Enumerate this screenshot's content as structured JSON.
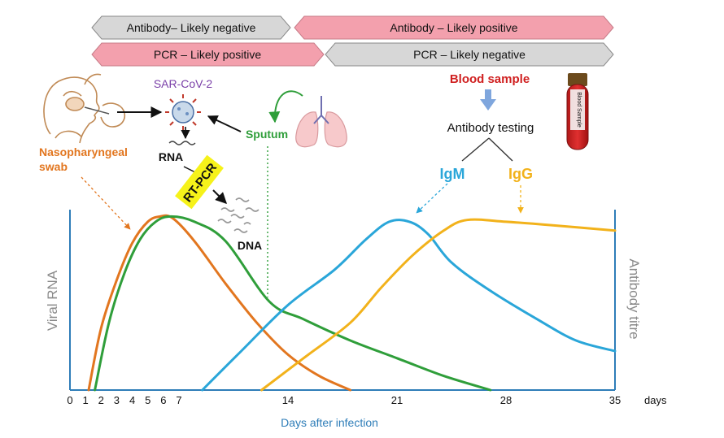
{
  "banners": {
    "antibody_negative": "Antibody– Likely negative",
    "antibody_positive": "Antibody – Likely positive",
    "pcr_positive": "PCR – Likely positive",
    "pcr_negative": "PCR – Likely negative"
  },
  "labels": {
    "virus": "SAR-CoV-2",
    "rna": "RNA",
    "rt_pcr": "RT-PCR",
    "dna": "DNA",
    "sputum": "Sputum",
    "swab_line1": "Nasopharyngeal",
    "swab_line2": "swab",
    "blood_sample": "Blood sample",
    "antibody_testing": "Antibody testing",
    "igm": "IgM",
    "igg": "IgG",
    "tube_label": "Blood Sample",
    "y_left": "Viral RNA",
    "y_right": "Antibody titre",
    "x_axis": "Days after infection",
    "x_unit": "days"
  },
  "x_ticks": [
    "0",
    "1",
    "2",
    "3",
    "4",
    "5",
    "6",
    "7",
    "14",
    "21",
    "28",
    "35"
  ],
  "colors": {
    "orange": "#e2761f",
    "green": "#2f9e3a",
    "blue": "#2aa6d9",
    "yellow": "#f2b21b",
    "axis": "#2e7db8",
    "banner_pink": "#f3a0ad",
    "banner_gray": "#d7d7d7",
    "blood_red": "#d02020",
    "rtpcr_yellow": "#f6f21a"
  },
  "chart_data": {
    "type": "line",
    "xlabel": "Days after infection",
    "ylabel_left": "Viral RNA",
    "ylabel_right": "Antibody titre",
    "xlim": [
      0,
      35
    ],
    "ticks": [
      0,
      1,
      2,
      3,
      4,
      5,
      6,
      7,
      14,
      21,
      28,
      35
    ],
    "grid": false,
    "series": [
      {
        "name": "Nasopharyngeal swab",
        "axis": "left",
        "color": "#e2761f",
        "points": [
          [
            1.2,
            0
          ],
          [
            2,
            35
          ],
          [
            3,
            62
          ],
          [
            4,
            83
          ],
          [
            5,
            95
          ],
          [
            5.8,
            98
          ],
          [
            6.6,
            97
          ],
          [
            8,
            84
          ],
          [
            10,
            60
          ],
          [
            12,
            38
          ],
          [
            14,
            20
          ],
          [
            16,
            8
          ],
          [
            18,
            0
          ]
        ]
      },
      {
        "name": "Sputum",
        "axis": "left",
        "color": "#2f9e3a",
        "points": [
          [
            1.6,
            0
          ],
          [
            2.5,
            38
          ],
          [
            3.5,
            66
          ],
          [
            4.5,
            85
          ],
          [
            5.5,
            95
          ],
          [
            6.5,
            98
          ],
          [
            8,
            95
          ],
          [
            10,
            84
          ],
          [
            12.8,
            50
          ],
          [
            15,
            40
          ],
          [
            18,
            28
          ],
          [
            21,
            18
          ],
          [
            24,
            8
          ],
          [
            27,
            0
          ]
        ]
      },
      {
        "name": "IgM",
        "axis": "right",
        "color": "#2aa6d9",
        "points": [
          [
            8.5,
            0
          ],
          [
            11,
            22
          ],
          [
            14,
            48
          ],
          [
            17,
            68
          ],
          [
            19,
            85
          ],
          [
            20.5,
            95
          ],
          [
            21.8,
            95
          ],
          [
            23,
            88
          ],
          [
            24.5,
            72
          ],
          [
            27,
            56
          ],
          [
            30,
            40
          ],
          [
            32.5,
            28
          ],
          [
            35,
            22
          ]
        ]
      },
      {
        "name": "IgG",
        "axis": "right",
        "color": "#f2b21b",
        "points": [
          [
            12.3,
            0
          ],
          [
            15,
            18
          ],
          [
            18,
            38
          ],
          [
            20,
            58
          ],
          [
            22,
            76
          ],
          [
            24,
            90
          ],
          [
            25.5,
            96
          ],
          [
            28,
            95
          ],
          [
            31,
            93
          ],
          [
            35,
            90
          ]
        ]
      }
    ]
  }
}
